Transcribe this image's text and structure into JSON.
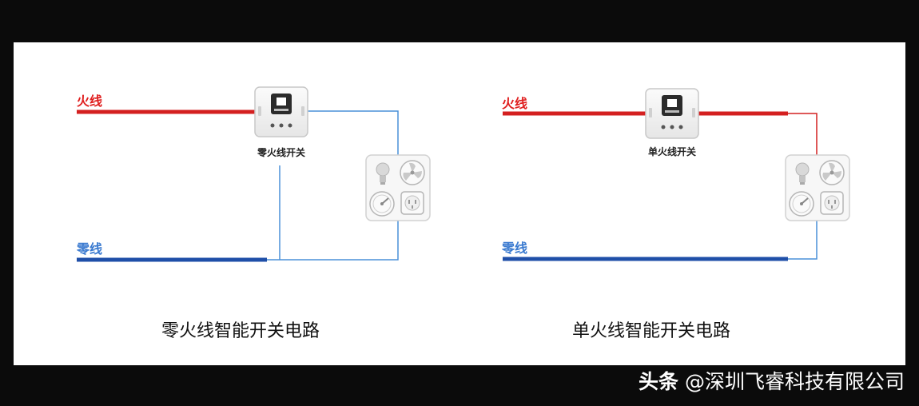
{
  "left_circuit": {
    "live_label": "火线",
    "neutral_label": "零线",
    "switch_label": "零火线开关",
    "caption": "零火线智能开关电路"
  },
  "right_circuit": {
    "live_label": "火线",
    "neutral_label": "零线",
    "switch_label": "单火线开关",
    "caption": "单火线智能开关电路"
  },
  "colors": {
    "live": "#d42020",
    "neutral": "#1f4fa8",
    "signal_wire": "#4a90d9",
    "live_label": "#e02020",
    "neutral_label": "#3a7ad0"
  },
  "icons": [
    "switch-icon",
    "bulb-icon",
    "fan-icon",
    "gauge-icon",
    "socket-icon"
  ],
  "watermark": {
    "brand": "头条",
    "account": "@深圳飞睿科技有限公司"
  }
}
